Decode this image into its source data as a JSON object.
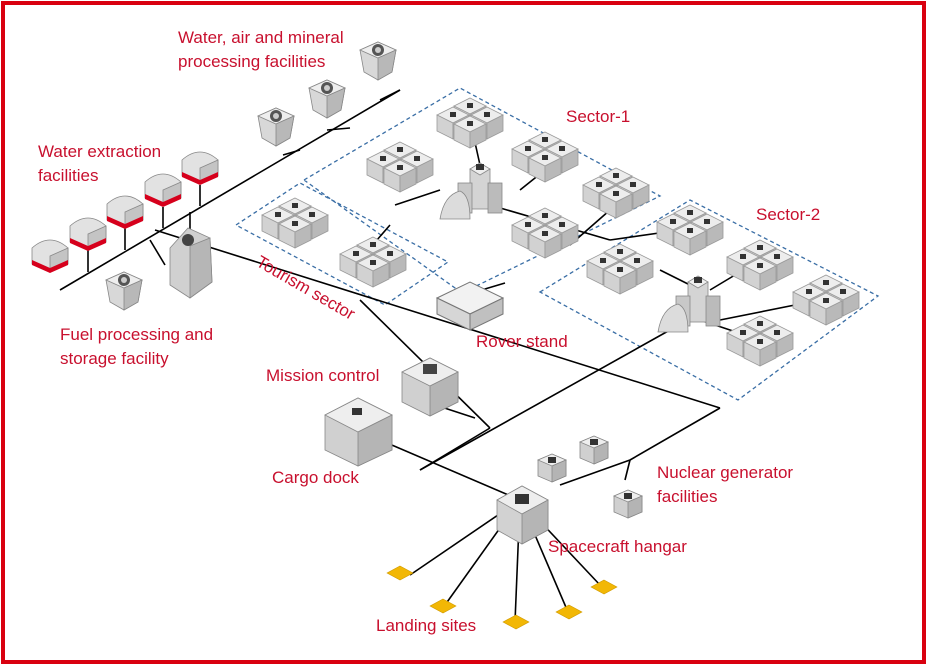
{
  "colors": {
    "label": "#c8102e",
    "frame": "#d9000f",
    "connector": "#000000",
    "sector_outline": "#3a6ea5",
    "module_top": "#e9e9e9",
    "module_left": "#cfcfcf",
    "module_right": "#b5b5b5",
    "landing_pad": "#f2b705",
    "alert_band": "#d6001c"
  },
  "labels": {
    "water_air_mineral_line1": "Water, air and mineral",
    "water_air_mineral_line2": "processing facilities",
    "water_extraction_line1": "Water extraction",
    "water_extraction_line2": "facilities",
    "fuel_line1": "Fuel processing and",
    "fuel_line2": "storage facility",
    "tourism": "Tourism sector",
    "sector1": "Sector-1",
    "sector2": "Sector-2",
    "rover_stand": "Rover stand",
    "mission_control": "Mission control",
    "cargo_dock": "Cargo dock",
    "nuclear_line1": "Nuclear generator",
    "nuclear_line2": "facilities",
    "spacecraft_hangar": "Spacecraft hangar",
    "landing_sites": "Landing sites"
  }
}
